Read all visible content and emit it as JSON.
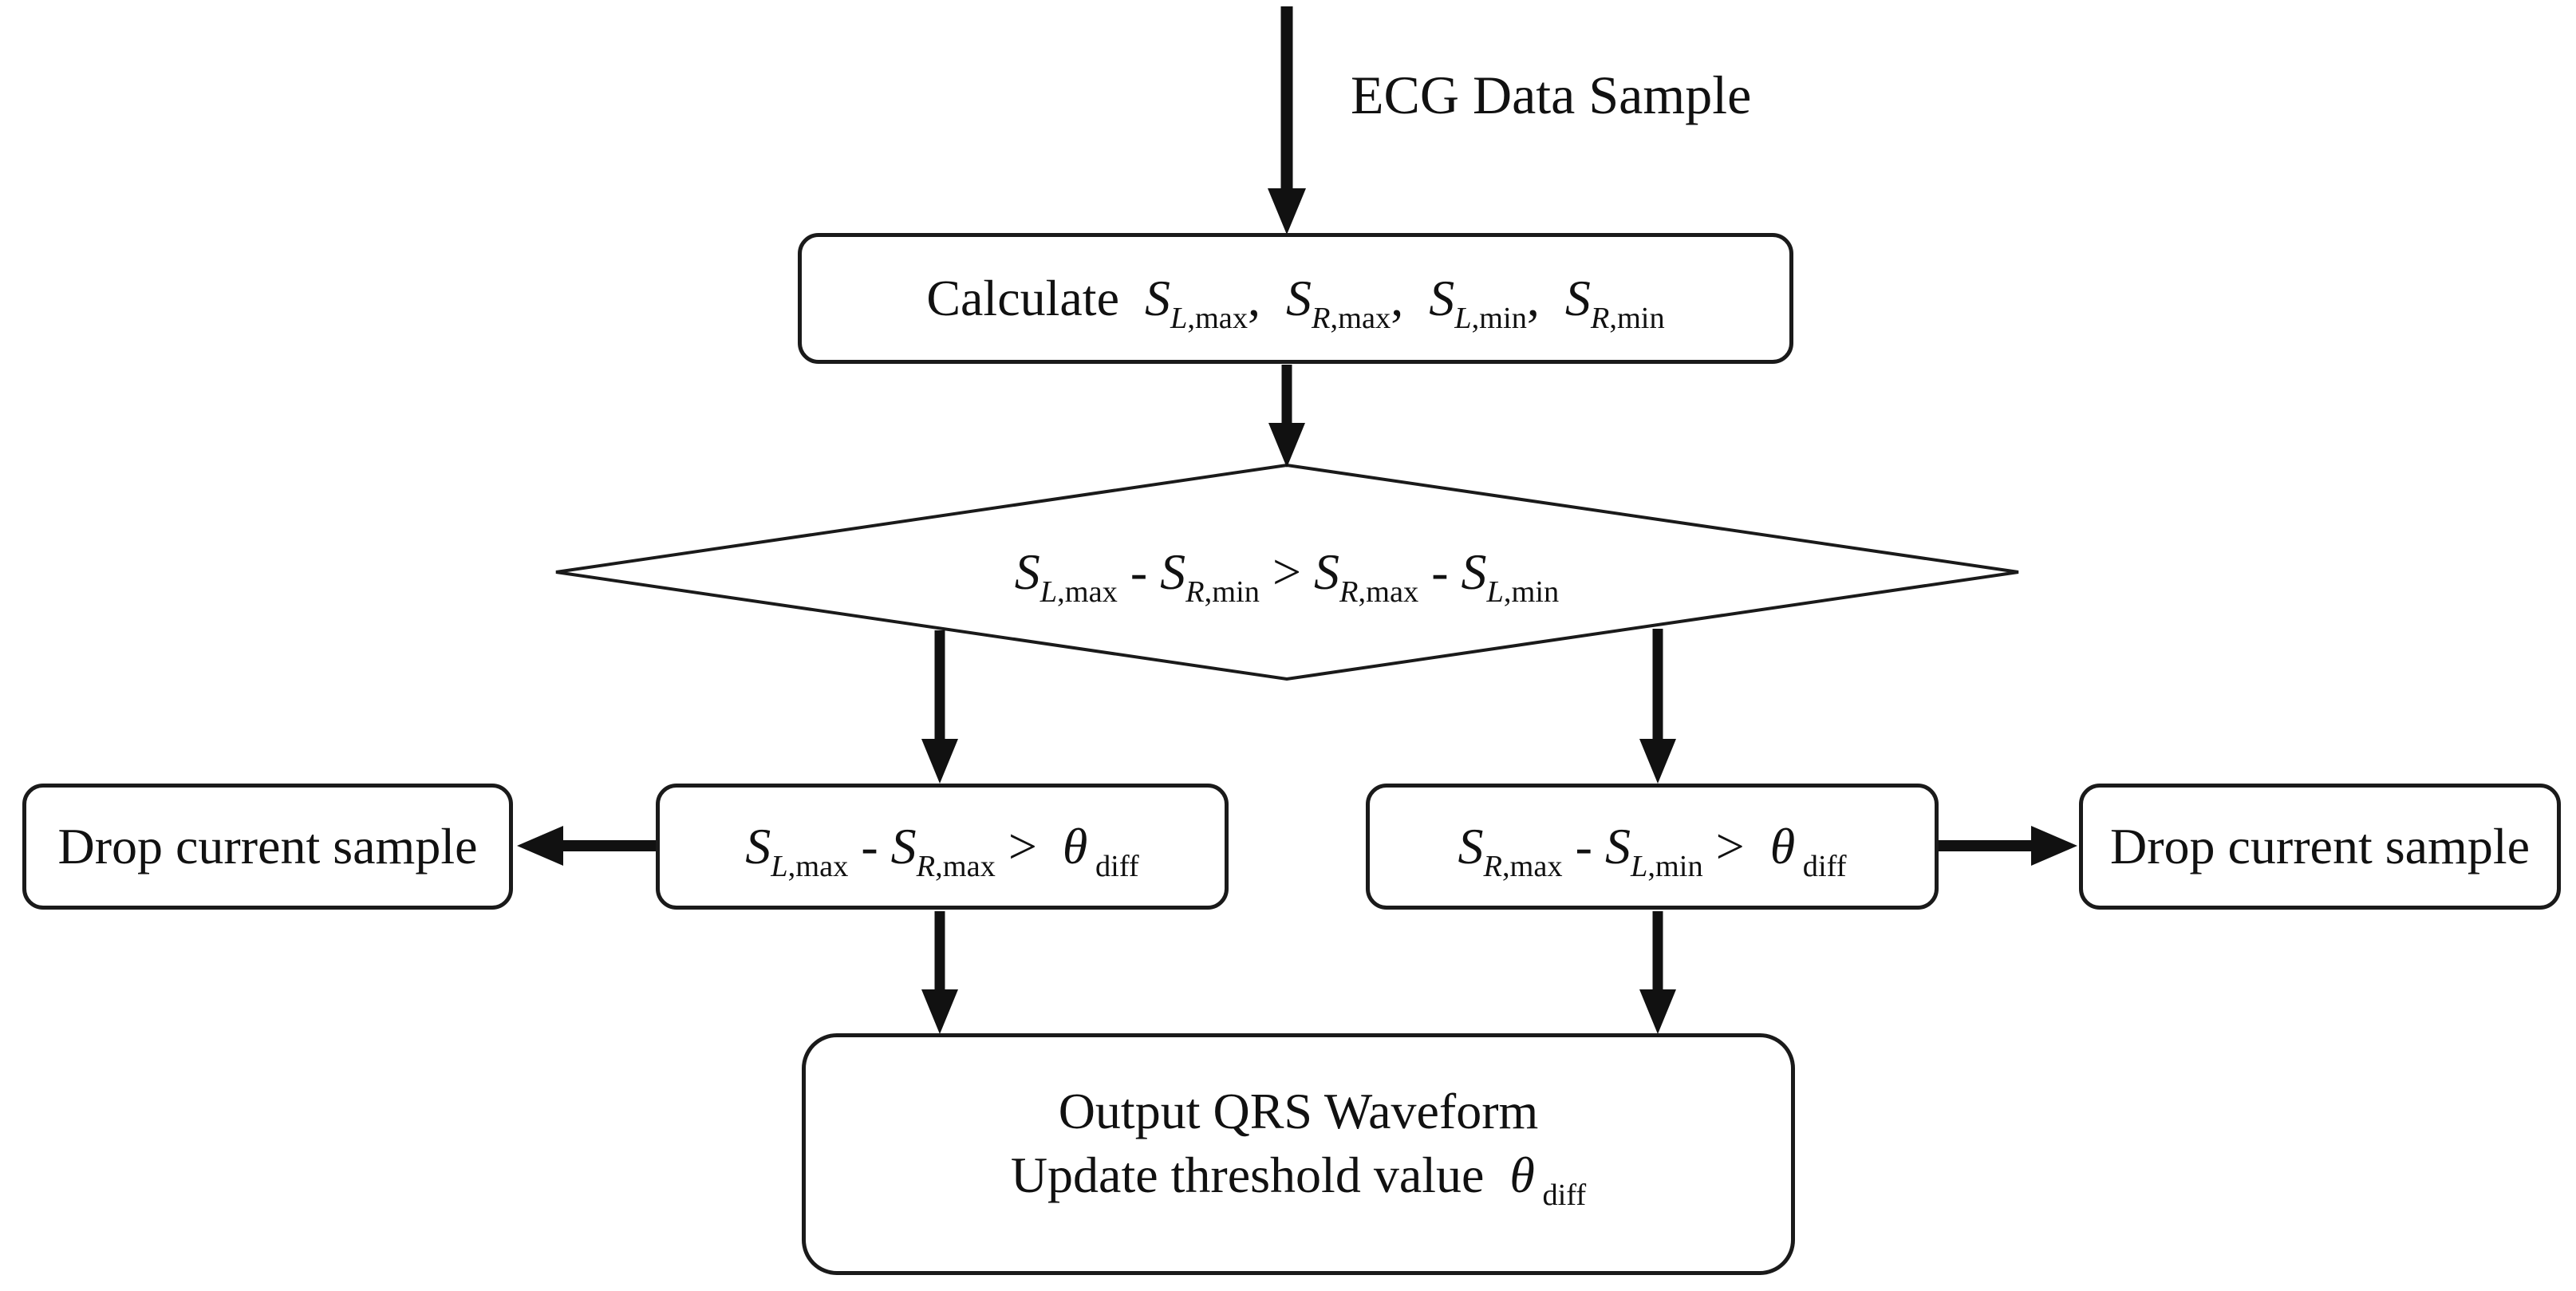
{
  "diagram": {
    "type": "flowchart",
    "topic": "ECG QRS detection thresholding",
    "colors": {
      "background": "#ffffff",
      "stroke": "#1a1a1a",
      "text": "#111111"
    },
    "input_label": "ECG Data Sample",
    "nodes": {
      "calculate": {
        "formula": "Calculate  S_{L,max},  S_{R,max},  S_{L,min},  S_{R,min}"
      },
      "decision": {
        "formula": "S_{L,max} - S_{R,min} > S_{R,max} - S_{L,min}"
      },
      "threshold_left": {
        "formula": "S_{L,max} - S_{R,max} >  θ_{ diff}"
      },
      "threshold_right": {
        "formula": "S_{R,max} - S_{L,min} >  θ_{ diff}"
      },
      "drop_left": {
        "label": "Drop current sample"
      },
      "drop_right": {
        "label": "Drop current sample"
      },
      "output": {
        "line1": "Output QRS Waveform",
        "line2": "Update threshold value  θ_{ diff}"
      }
    }
  }
}
